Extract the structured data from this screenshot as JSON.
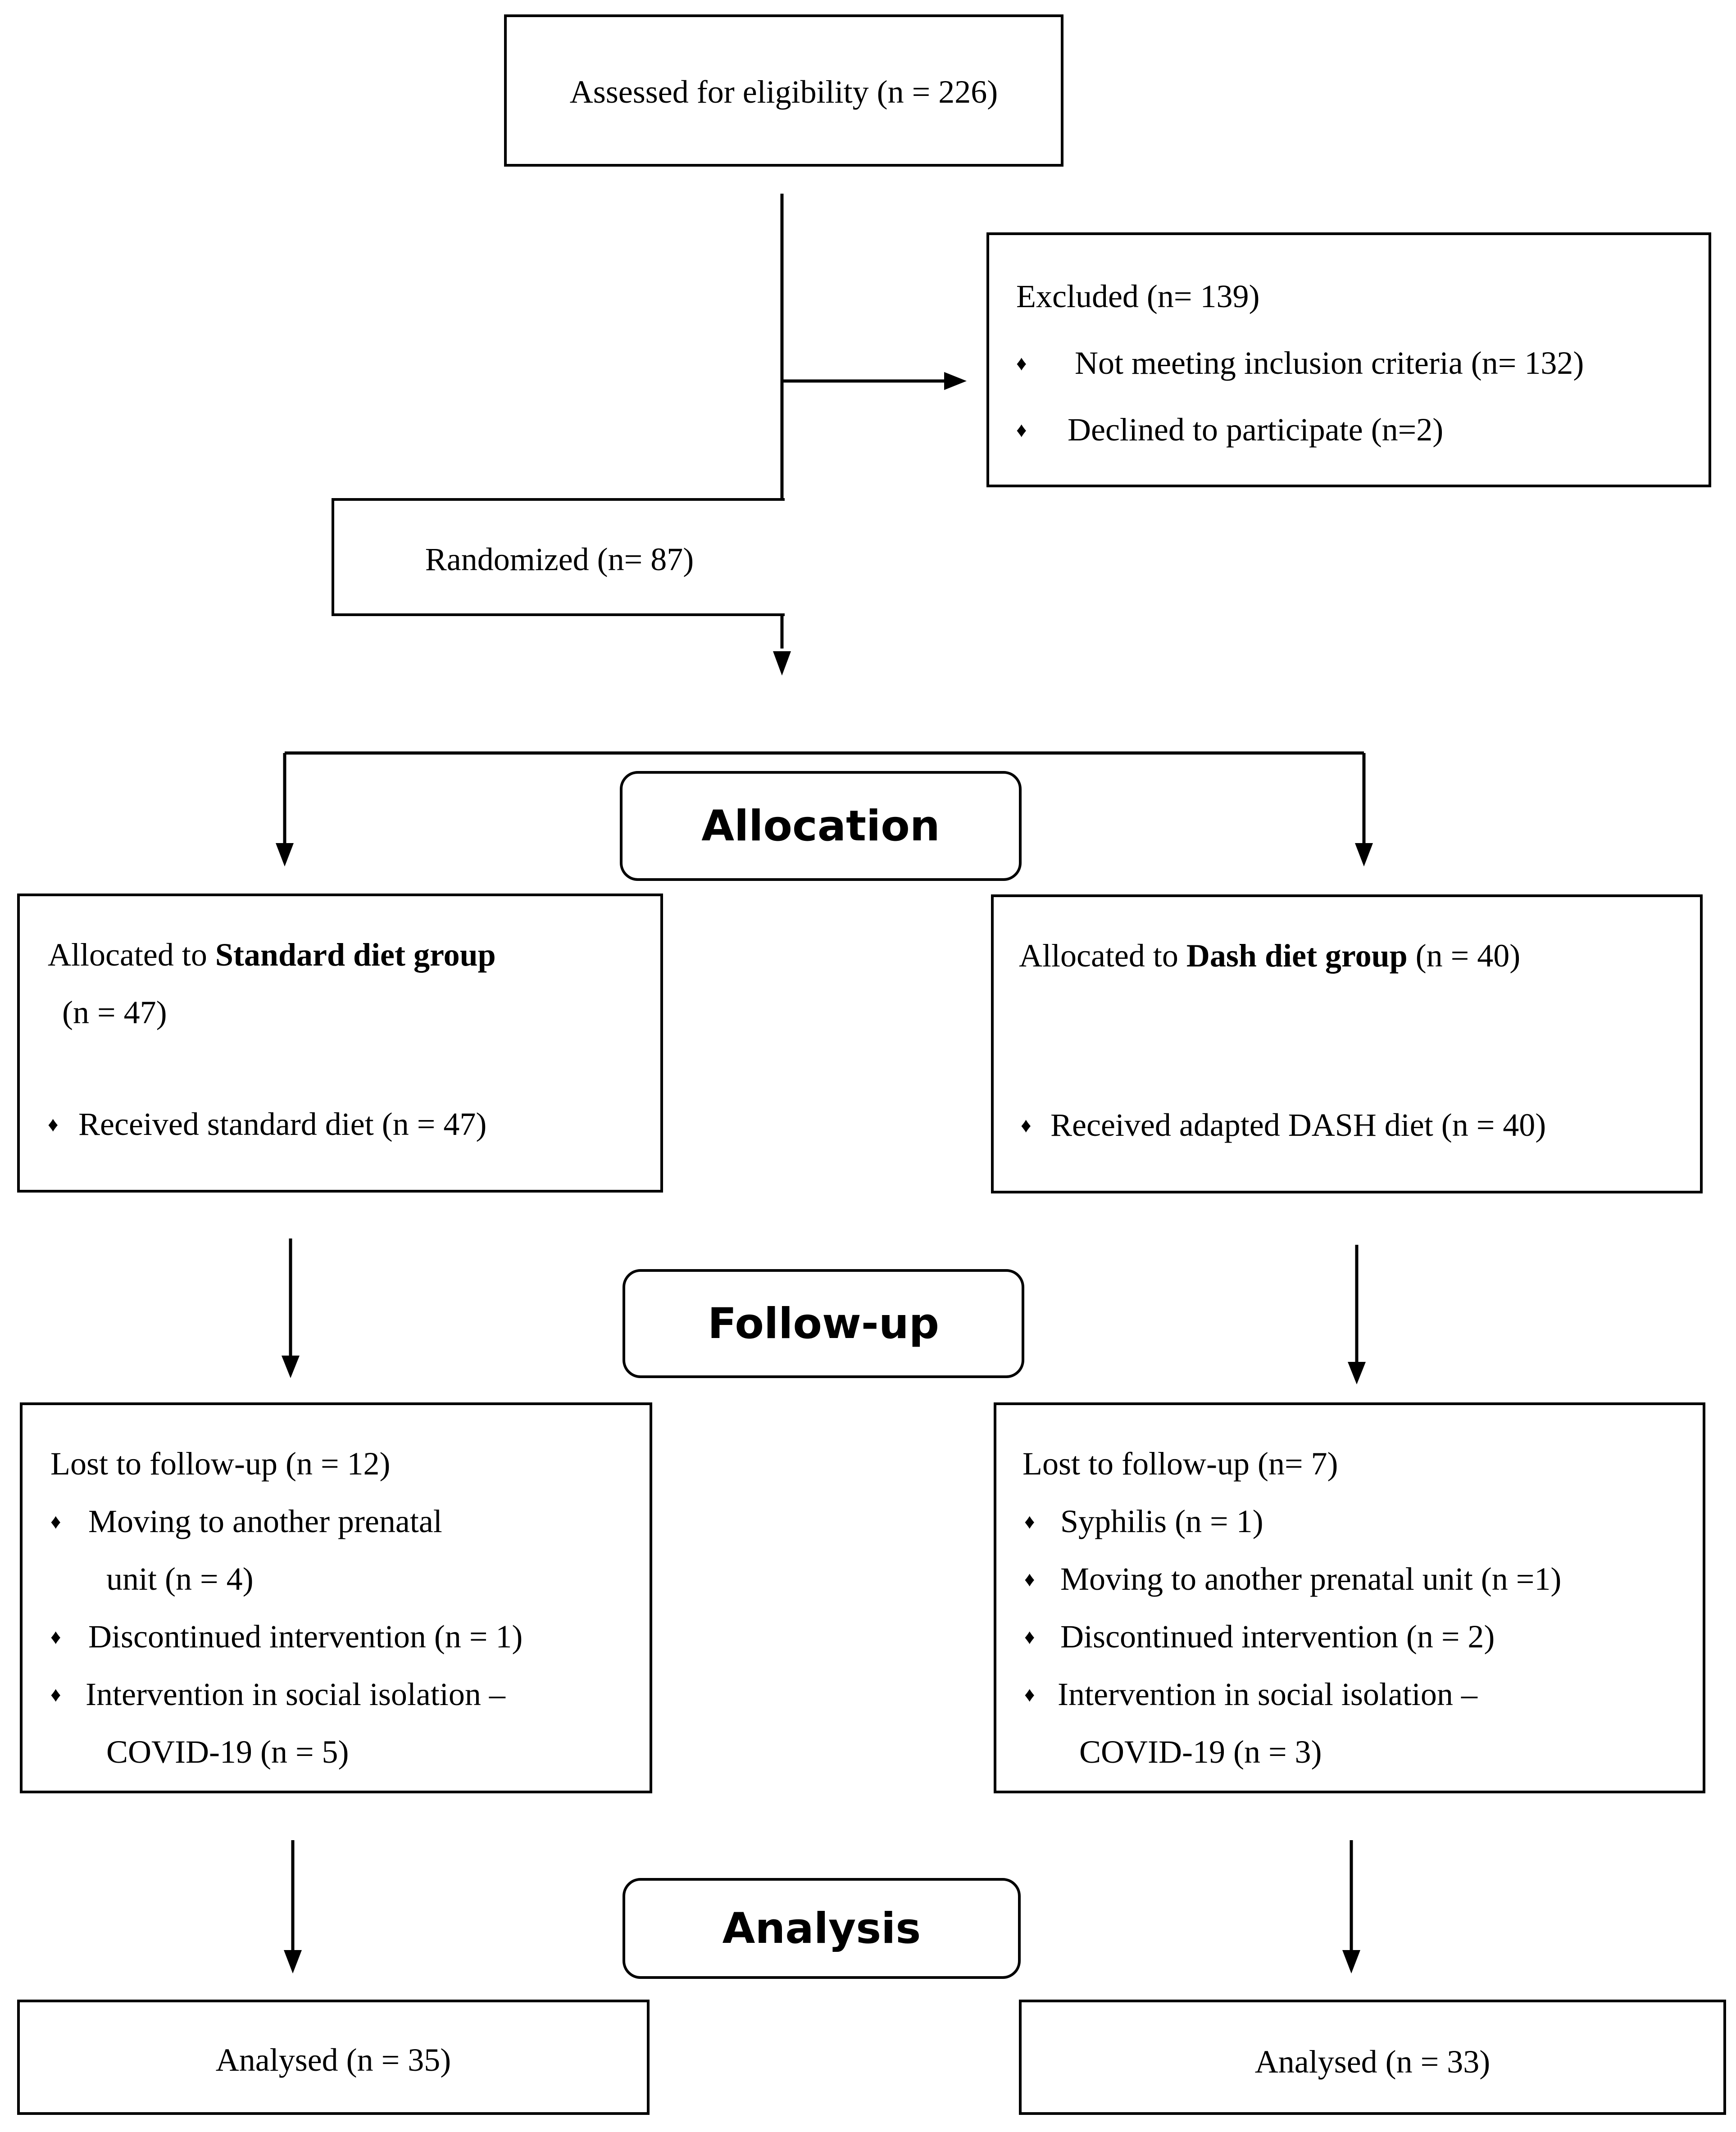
{
  "enrollment": {
    "assessed": "Assessed for eligibility (n = 226)",
    "excluded_title": "Excluded (n= 139)",
    "excluded_items": [
      "Not meeting inclusion criteria (n= 132)",
      "Declined to participate (n=2)"
    ],
    "randomized": "Randomized (n= 87)"
  },
  "stages": {
    "allocation": "Allocation",
    "followup": "Follow-up",
    "analysis": "Analysis"
  },
  "left": {
    "alloc_prefix": "Allocated to ",
    "alloc_group": "Standard diet group",
    "alloc_n": "(n = 47)",
    "alloc_item": "Received standard diet (n = 47)",
    "lost_title": "Lost to follow-up (n = 12)",
    "lost_items": [
      "Moving to another prenatal",
      "unit (n = 4)",
      "Discontinued intervention (n = 1)",
      "Intervention in social isolation –",
      "COVID-19 (n = 5)"
    ],
    "analysed": "Analysed (n = 35)"
  },
  "right": {
    "alloc_prefix": "Allocated to ",
    "alloc_group": "Dash diet group",
    "alloc_n": " (n = 40)",
    "alloc_item": "Received adapted DASH diet (n = 40)",
    "lost_title": "Lost to follow-up (n= 7)",
    "lost_items": [
      "Syphilis (n = 1)",
      "Moving to another prenatal unit (n =1)",
      "Discontinued intervention (n = 2)",
      "Intervention in social isolation –",
      "COVID-19 (n = 3)"
    ],
    "analysed": "Analysed (n = 33)"
  },
  "bullet_glyph": "♦"
}
